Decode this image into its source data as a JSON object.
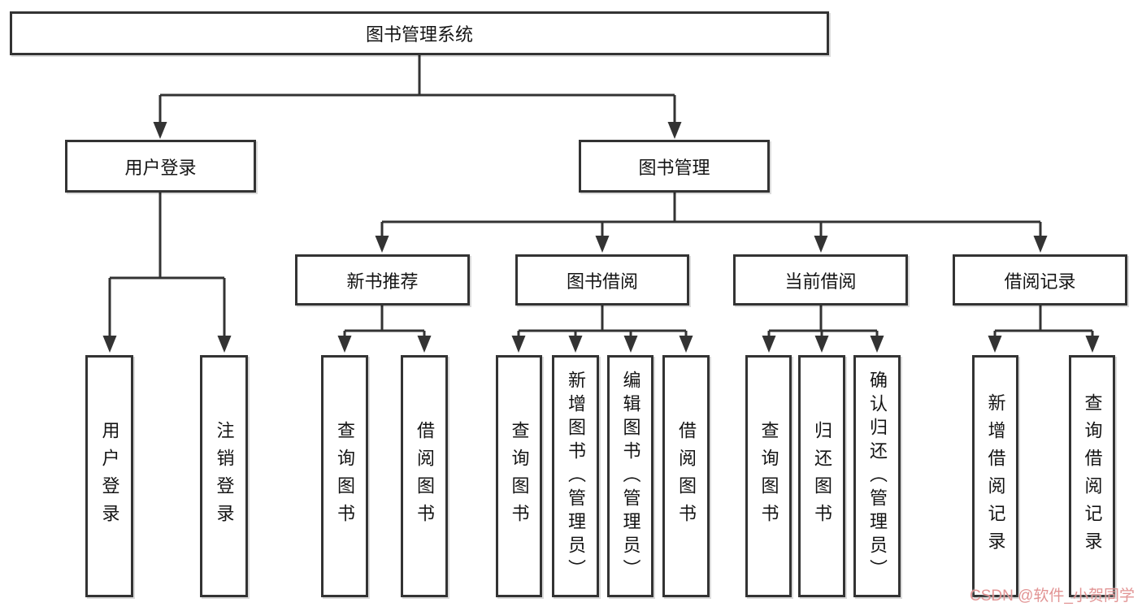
{
  "watermark": "CSDN @软件_小贺同学",
  "tree": {
    "root": {
      "label": "图书管理系统"
    },
    "children": [
      {
        "label": "用户登录",
        "children": [
          "用户登录",
          "注销登录"
        ]
      },
      {
        "label": "图书管理",
        "children": [
          {
            "label": "新书推荐",
            "children": [
              "查询图书",
              "借阅图书"
            ]
          },
          {
            "label": "图书借阅",
            "children": [
              "查询图书",
              "新增图书（管理员）",
              "编辑图书（管理员）",
              "借阅图书"
            ]
          },
          {
            "label": "当前借阅",
            "children": [
              "查询图书",
              "归还图书",
              "确认归还（管理员）"
            ]
          },
          {
            "label": "借阅记录",
            "children": [
              "新增借阅记录",
              "查询借阅记录"
            ]
          }
        ]
      }
    ]
  },
  "colors": {
    "line": "#333333",
    "text": "#141414",
    "watermark": "#e08e8e",
    "background": "#ffffff"
  }
}
